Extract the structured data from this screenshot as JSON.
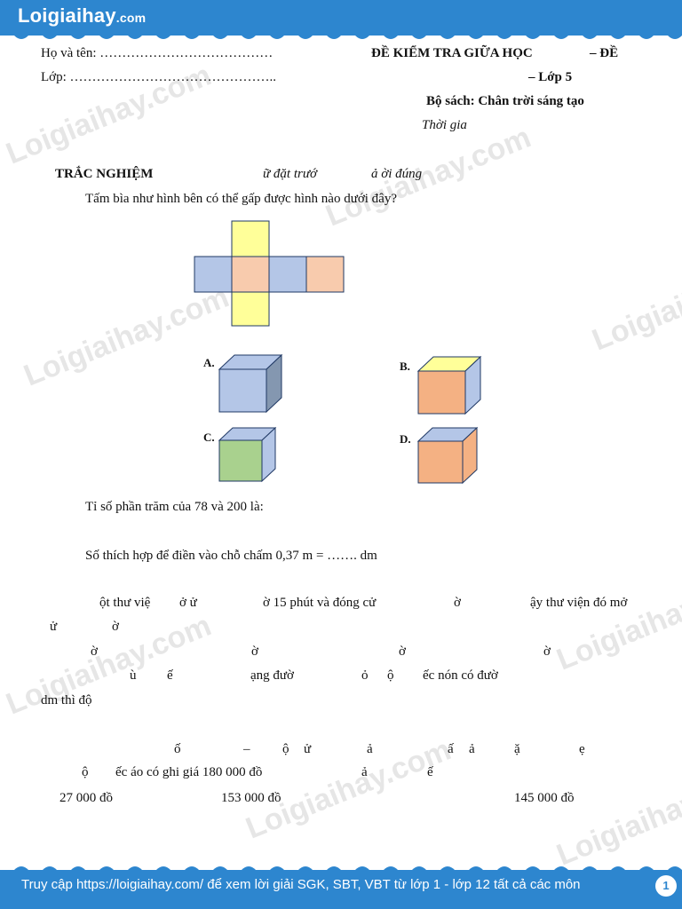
{
  "header": {
    "logo": "Loigiaihay",
    "logo_suffix": ".com"
  },
  "info": {
    "name_label": "Họ và tên: …………………………………",
    "class_label": "Lớp: ………………………………………..",
    "exam_title": "ĐỀ KIỂM TRA GIỮA HỌC",
    "exam_title_end": "– ĐỀ",
    "grade": "– Lớp 5",
    "book": "Bộ sách: Chân trời sáng tạo",
    "time": "Thời gia"
  },
  "section": {
    "title": "TRẮC NGHIỆM",
    "instruction_a": "ữ đặt trướ",
    "instruction_b": "ả ời đúng"
  },
  "q1": {
    "text": "Tấm bìa như hình bên có thể gấp được hình nào dưới đây?",
    "options": [
      "A.",
      "B.",
      "C.",
      "D."
    ]
  },
  "q2": {
    "text": "Tỉ số phần trăm của 78 và 200 là:"
  },
  "q3": {
    "text": "Số thích hợp để điền vào chỗ chấm 0,37 m  = ……. dm"
  },
  "q4": {
    "l1": [
      "ột thư việ",
      "ở ử",
      "ờ 15 phút và đóng cử",
      "ờ",
      "ậy thư viện đó mở"
    ],
    "l2": [
      "ử",
      "ờ"
    ],
    "l3": [
      "ờ",
      "ờ",
      "ờ",
      "ờ"
    ],
    "l4": [
      "ù",
      "ế",
      "ạng đườ",
      "ỏ",
      "ộ",
      "ếc nón có đườ"
    ],
    "l5": "dm thì độ"
  },
  "q5": {
    "l1": [
      "ố",
      "–",
      "ộ",
      "ử",
      "ả",
      "ấ",
      "ả",
      "ặ",
      "ẹ"
    ],
    "l2": [
      "ộ",
      "ếc áo có ghi giá 180 000 đồ",
      "ả",
      "ế"
    ],
    "answers": [
      "27 000 đồ",
      "153 000 đồ",
      "145 000 đồ"
    ]
  },
  "watermark": "Loigiaihay.com",
  "footer": {
    "text": "Truy cập https://loigiaihay.com/ để xem lời giải SGK, SBT, VBT từ lớp 1 -  lớp 12 tất cả các môn",
    "page": "1"
  },
  "colors": {
    "brand": "#2d86cf",
    "blue_face": "#b4c6e7",
    "peach_face": "#f8cbad",
    "yellow_face": "#ffff99",
    "orange_face": "#f4b183",
    "green_face": "#a9d18e"
  }
}
